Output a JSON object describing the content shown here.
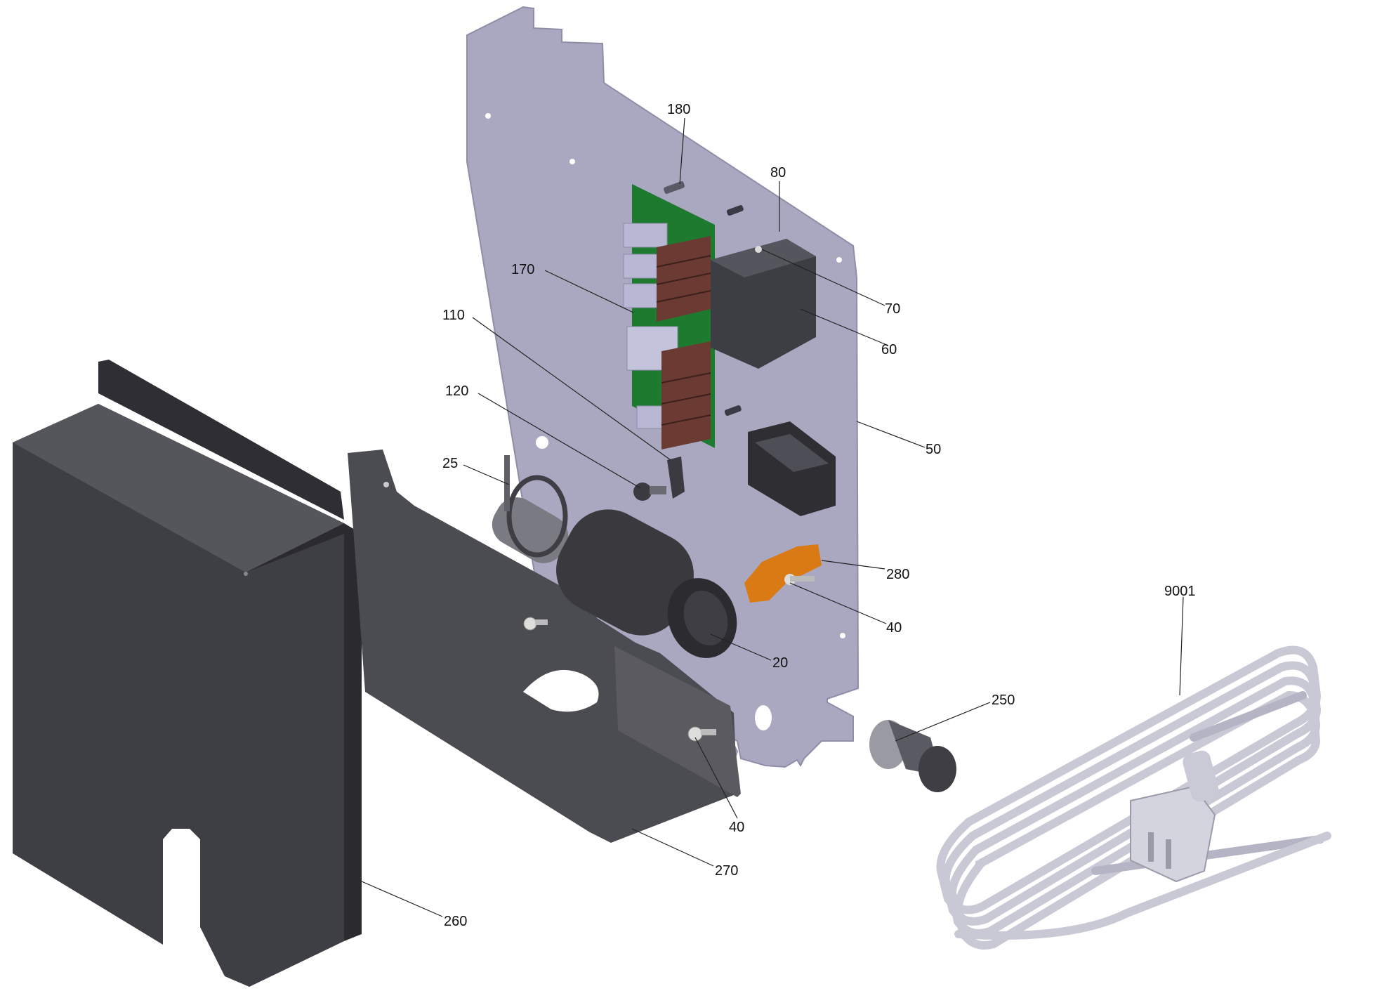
{
  "diagram": {
    "callouts": [
      {
        "id": "c180",
        "label": "180"
      },
      {
        "id": "c80",
        "label": "80"
      },
      {
        "id": "c170",
        "label": "170"
      },
      {
        "id": "c70",
        "label": "70"
      },
      {
        "id": "c110",
        "label": "110"
      },
      {
        "id": "c60",
        "label": "60"
      },
      {
        "id": "c120",
        "label": "120"
      },
      {
        "id": "c50",
        "label": "50"
      },
      {
        "id": "c25",
        "label": "25"
      },
      {
        "id": "c280",
        "label": "280"
      },
      {
        "id": "c40a",
        "label": "40"
      },
      {
        "id": "c9001",
        "label": "9001"
      },
      {
        "id": "c20",
        "label": "20"
      },
      {
        "id": "c250",
        "label": "250"
      },
      {
        "id": "c40b",
        "label": "40"
      },
      {
        "id": "c270",
        "label": "270"
      },
      {
        "id": "c260",
        "label": "260"
      }
    ],
    "colors": {
      "plate": "#a9a8c0",
      "plate_edge": "#c8c8d8",
      "cover": "#4a4a52",
      "cover_dark": "#2e2e33",
      "pcb": "#1e7a2e",
      "relay": "#6a3a33",
      "terminal": "#b9b8d4",
      "coil": "#3a3a3e",
      "bracket": "#d97a14",
      "cable": "#c9c9d6",
      "line": "#222222"
    }
  }
}
